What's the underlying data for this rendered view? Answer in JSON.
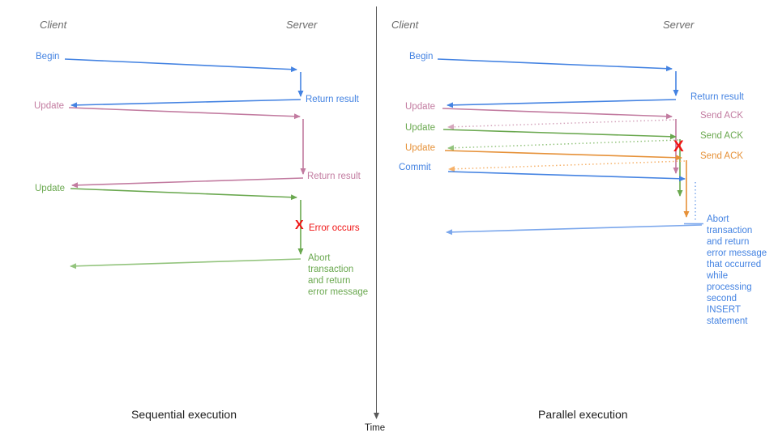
{
  "colors": {
    "blue": "#4483e2",
    "light_blue": "#7ba7ec",
    "pink": "#c27ba0",
    "light_pink": "#d5a6bd",
    "green": "#6aa84f",
    "light_green": "#93c47d",
    "orange": "#e69138",
    "light_orange": "#f6b26b",
    "red": "#f01414",
    "axis_gray": "#595959",
    "header_gray": "#6a6a6a",
    "caption_black": "#1c1c1c"
  },
  "time_axis": {
    "label": "Time"
  },
  "left": {
    "caption": "Sequential execution",
    "client_header": "Client",
    "server_header": "Server",
    "begin_label": "Begin",
    "return_result_1_label": "Return result",
    "update_1_label": "Update",
    "return_result_2_label": "Return result",
    "update_2_label": "Update",
    "error_mark": "X",
    "error_label": "Error occurs",
    "abort_label": "Abort\ntransaction\nand return\nerror message"
  },
  "right": {
    "caption": "Parallel execution",
    "client_header": "Client",
    "server_header": "Server",
    "begin_label": "Begin",
    "return_result_label": "Return result",
    "update_1_label": "Update",
    "send_ack_1_label": "Send ACK",
    "update_2_label": "Update",
    "send_ack_2_label": "Send ACK",
    "update_3_label": "Update",
    "send_ack_3_label": "Send ACK",
    "commit_label": "Commit",
    "error_mark": "X",
    "abort_label": "Abort\ntransaction\nand return\nerror message\nthat occurred\nwhile\nprocessing\nsecond\nINSERT\nstatement"
  }
}
